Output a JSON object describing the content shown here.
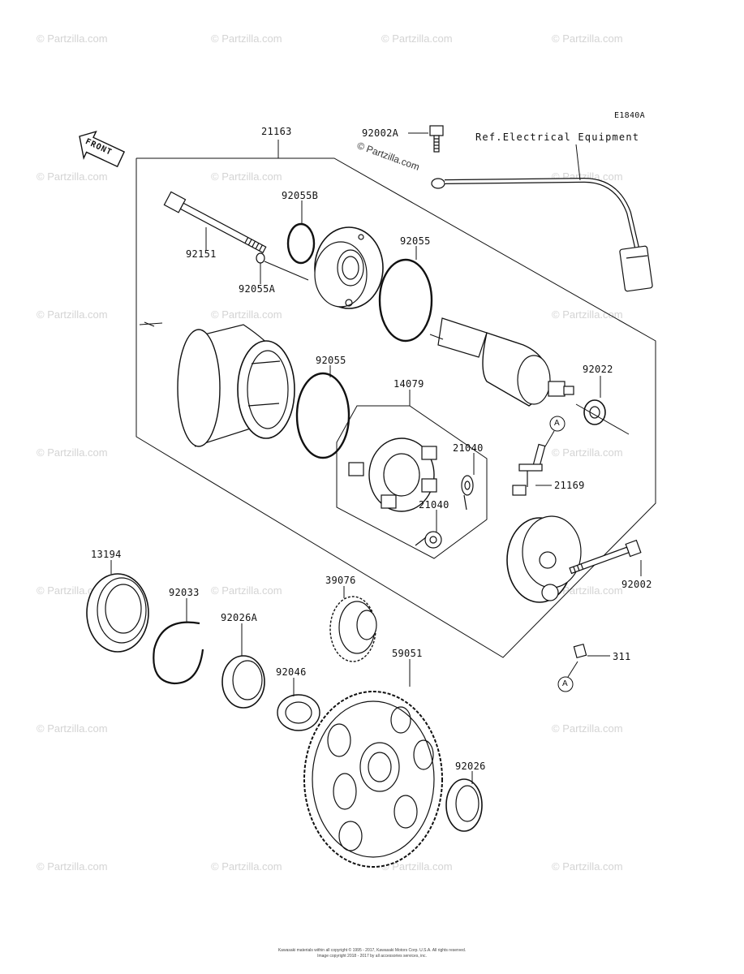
{
  "diagram": {
    "code": "E1840A",
    "front_label": "FRONT",
    "ref_text": "Ref.Electrical Equipment",
    "parts": {
      "p21163": "21163",
      "p92002A": "92002A",
      "p92055B": "92055B",
      "p92151": "92151",
      "p92055A": "92055A",
      "p92055_top": "92055",
      "p92055_mid": "92055",
      "p14079": "14079",
      "p92022": "92022",
      "p21040_a": "21040",
      "p21040_b": "21040",
      "p21169": "21169",
      "p92002": "92002",
      "p13194": "13194",
      "p92033": "92033",
      "p39076": "39076",
      "p92026A": "92026A",
      "p92046": "92046",
      "p59051": "59051",
      "p311": "311",
      "p92026": "92026"
    },
    "ref_markers": [
      "A",
      "A"
    ]
  },
  "watermarks": {
    "main": "© Partzilla.com",
    "repeat": "© Partzilla.com"
  },
  "footer": {
    "line1": "Kawasaki materials within all copyright © 1995 - 2017, Kawasaki Motors Corp. U.S.A. All rights reserved.",
    "line2": "Image copyright 2018 - 2017 by all accessories services, inc."
  }
}
